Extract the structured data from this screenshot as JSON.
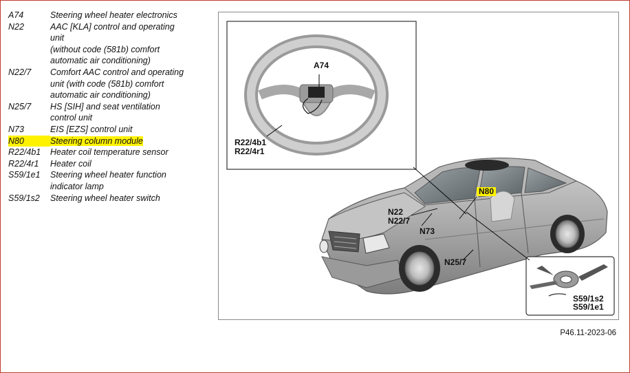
{
  "legend": [
    {
      "code": "A74",
      "desc": [
        "Steering wheel heater electronics"
      ],
      "highlight": false
    },
    {
      "code": "N22",
      "desc": [
        "AAC [KLA] control and operating",
        "unit",
        "(without code (581b) comfort",
        "automatic air conditioning)"
      ],
      "highlight": false
    },
    {
      "code": "N22/7",
      "desc": [
        "Comfort AAC control and operating",
        "unit (with code (581b) comfort",
        "automatic air conditioning)"
      ],
      "highlight": false
    },
    {
      "code": "N25/7",
      "desc": [
        "HS [SIH] and seat ventilation",
        "control unit"
      ],
      "highlight": false
    },
    {
      "code": "N73",
      "desc": [
        "EIS [EZS] control unit"
      ],
      "highlight": false
    },
    {
      "code": "N80",
      "desc": [
        "Steering column module"
      ],
      "highlight": true
    },
    {
      "code": "R22/4b1",
      "desc": [
        "Heater coil temperature sensor"
      ],
      "highlight": false
    },
    {
      "code": "R22/4r1",
      "desc": [
        "Heater coil"
      ],
      "highlight": false
    },
    {
      "code": "S59/1e1",
      "desc": [
        "Steering wheel heater function",
        "indicator lamp"
      ],
      "highlight": false
    },
    {
      "code": "S59/1s2",
      "desc": [
        "Steering wheel heater switch"
      ],
      "highlight": false
    }
  ],
  "callouts": {
    "a74": "A74",
    "r22_4b1": "R22/4b1",
    "r22_4r1": "R22/4r1",
    "n80": "N80",
    "n22": "N22",
    "n22_7": "N22/7",
    "n73": "N73",
    "n25_7": "N25/7",
    "s59_1s2": "S59/1s2",
    "s59_1e1": "S59/1e1"
  },
  "reference": "P46.11-2023-06",
  "colors": {
    "highlight": "#fff200",
    "frame": "#c0392b"
  }
}
